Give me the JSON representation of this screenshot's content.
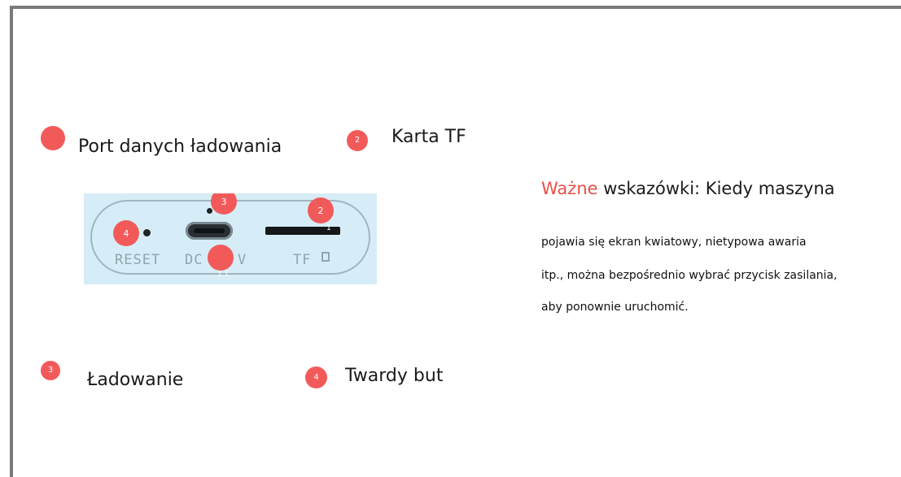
{
  "legend": {
    "item1": {
      "badge": "",
      "label": "Port danych ładowania"
    },
    "item2": {
      "badge": "2",
      "label": "Karta TF"
    },
    "item3": {
      "badge": "3",
      "label": "Ładowanie"
    },
    "item4": {
      "badge": "4",
      "label": "Twardy but"
    }
  },
  "device": {
    "reset_text": "RESET",
    "dc_text": "DC",
    "dc_suffix": "V",
    "tf_text": "TF",
    "markers": {
      "m3": "3",
      "m2": "2",
      "m4": "4",
      "m1": "",
      "tick1": "1",
      "tick11": "1 1"
    }
  },
  "hint": {
    "accent_word": "Ważne",
    "title_rest": " wskazówki: Kiedy maszyna",
    "lines": [
      "pojawia się ekran kwiatowy, nietypowa awaria",
      "itp., można bezpośrednio wybrać przycisk zasilania,",
      "aby ponownie uruchomić."
    ]
  },
  "colors": {
    "accent": "#e8504a",
    "badge": "#f25a5a",
    "panel_bg": "#d6edf7",
    "frame": "#7a7a7a"
  }
}
